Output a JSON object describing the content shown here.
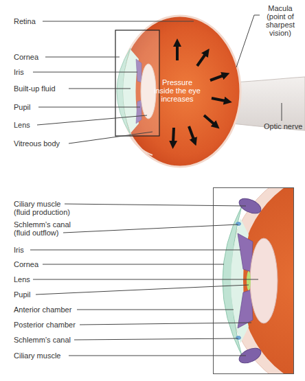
{
  "diagram": {
    "labels": [
      "Retina",
      "Macula (point of sharpest vision)",
      "Cornea",
      "Iris",
      "Built-up fluid",
      "Pupil",
      "Lens",
      "Vitreous body",
      "Pressure inside the eye increases",
      "Optic nerve",
      "Ciliary muscle (fluid production)",
      "Schlemm’s canal (fluid outflow)",
      "Iris",
      "Cornea",
      "Lens",
      "Pupil",
      "Anterior chamber",
      "Posterior chamber",
      "Schlemm’s canal",
      "Ciliary muscle"
    ]
  }
}
